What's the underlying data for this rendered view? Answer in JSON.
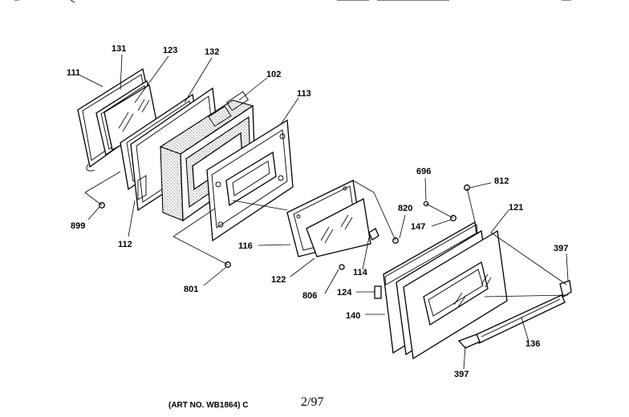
{
  "labels": {
    "p111": "111",
    "p131": "131",
    "p123": "123",
    "p132": "132",
    "p102": "102",
    "p113": "113",
    "p899": "899",
    "p112": "112",
    "p116": "116",
    "p801": "801",
    "p122": "122",
    "p114": "114",
    "p806": "806",
    "p696": "696",
    "p812": "812",
    "p820": "820",
    "p147": "147",
    "p121": "121",
    "p397a": "397",
    "p124": "124",
    "p140": "140",
    "p136": "136",
    "p397b": "397"
  },
  "footer": {
    "art_no": "(ART NO. WB1864) C",
    "date": "2/97"
  }
}
